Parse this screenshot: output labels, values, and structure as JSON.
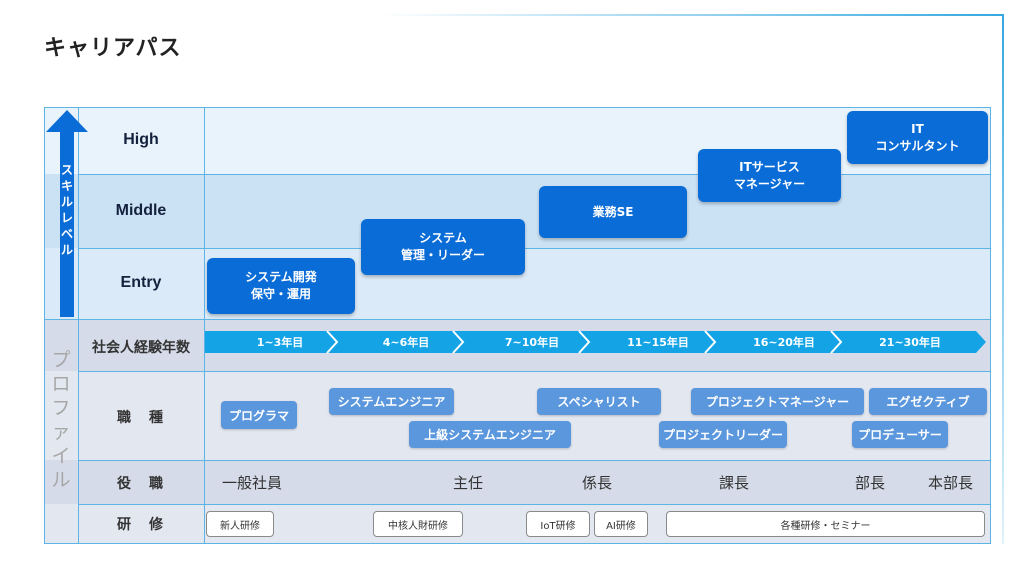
{
  "title": "キャリアパス",
  "skill_axis": {
    "label_chars": [
      "ス",
      "キ",
      "ル",
      "レ",
      "ベ",
      "ル"
    ],
    "levels": {
      "high": "High",
      "middle": "Middle",
      "entry": "Entry"
    }
  },
  "profile_axis": {
    "label_chars": [
      "プ",
      "ロ",
      "フ",
      "ァ",
      "イ",
      "ル"
    ]
  },
  "roles": [
    {
      "text": "システム開発\n保守・運用"
    },
    {
      "text": "システム\n管理・リーダー"
    },
    {
      "text": "業務SE"
    },
    {
      "text": "ITサービス\nマネージャー"
    },
    {
      "text": "IT\nコンサルタント"
    }
  ],
  "rows": {
    "years": "社会人経験年数",
    "job_type": "職　種",
    "position": "役　職",
    "training": "研　修"
  },
  "years": [
    "1~3年目",
    "4~6年目",
    "7~10年目",
    "11~15年目",
    "16~20年目",
    "21~30年目"
  ],
  "job_types": [
    "プログラマ",
    "システムエンジニア",
    "上級システムエンジニア",
    "スペシャリスト",
    "プロジェクトマネージャー",
    "プロジェクトリーダー",
    "エグゼクティブ",
    "プロデューサー"
  ],
  "positions": [
    "一般社員",
    "主任",
    "係長",
    "課長",
    "部長",
    "本部長"
  ],
  "trainings": [
    "新人研修",
    "中核人財研修",
    "IoT研修",
    "AI研修",
    "各種研修・セミナー"
  ],
  "colors": {
    "accent": "#0a6cd6",
    "year_arrow": "#14a4e6",
    "job_box": "#5b97dc",
    "high_band": "#e9f3fb",
    "middle_band": "#cbe2f5",
    "entry_band": "#dbeaf8",
    "profile_band": "#dfe3ee",
    "grid_line": "#5fb4e6"
  }
}
